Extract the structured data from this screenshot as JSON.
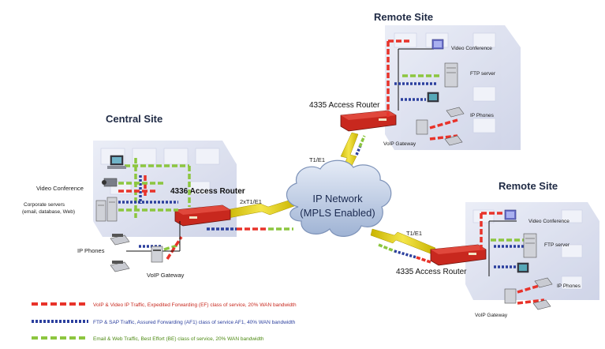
{
  "sites": {
    "central": {
      "title": "Central Site"
    },
    "remote_top": {
      "title": "Remote Site"
    },
    "remote_bottom": {
      "title": "Remote Site"
    }
  },
  "routers": {
    "central": "4336 Access Router",
    "remote_top": "4335 Access Router",
    "remote_bottom": "4335 Access Router"
  },
  "cloud": {
    "line1": "IP Network",
    "line2": "(MPLS Enabled)"
  },
  "links": {
    "central": "2xT1/E1",
    "remote_top": "T1/E1",
    "remote_bottom": "T1/E1"
  },
  "devices": {
    "central": {
      "video": "Video Conference",
      "servers_line1": "Corporate servers",
      "servers_line2": "(email, database, Web)",
      "phones": "IP Phones",
      "gateway": "VoIP Gateway"
    },
    "remote_top": {
      "video": "Video Conference",
      "ftp": "FTP server",
      "phones": "IP Phones",
      "gateway": "VoIP Gateway"
    },
    "remote_bottom": {
      "video": "Video Conference",
      "ftp": "FTP server",
      "phones": "IP Phones",
      "gateway": "VoIP Gateway"
    }
  },
  "legend": [
    {
      "text": "VoIP & Video IP Traffic,  Expedited Forwarding (EF) class of service, 20% WAN bandwidth",
      "color": "#e8332a"
    },
    {
      "text": "FTP & SAP Traffic, Assured Forwarding (AF1) class of service AF1, 40% WAN bandwidth",
      "color": "#2b3f9e"
    },
    {
      "text": "Email & Web Traffic, Best Effort (BE) class of service, 20% WAN bandwidth",
      "color": "#8cc63f"
    }
  ],
  "colors": {
    "ef": "#e8332a",
    "af1": "#2b3f9e",
    "be": "#8cc63f",
    "wan_link": "#e5d21a",
    "cloud": "#c9d6ea",
    "building": "#d9deef",
    "router": "#c8281e"
  }
}
